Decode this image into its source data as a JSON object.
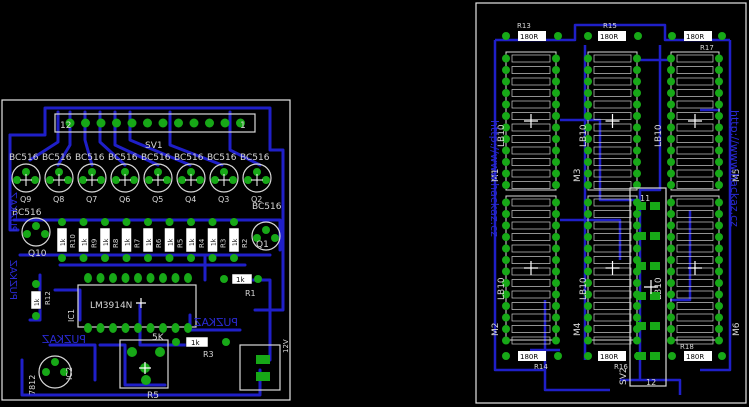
{
  "title": "Dual PCB layout view (EAGLE board)",
  "colors": {
    "background": "#000000",
    "trace": "#1f1fc8",
    "pad": "#17a817",
    "silk": "#d8d8d8",
    "outline": "#e6e6e6",
    "mirrored_text": "#2a2ad2"
  },
  "left_board": {
    "header_label": "SV1",
    "header_pin_left": "12",
    "header_pin_right": "1",
    "transistors_top": [
      {
        "ref": "Q9",
        "type": "BC516"
      },
      {
        "ref": "Q8",
        "type": "BC516"
      },
      {
        "ref": "Q7",
        "type": "BC516"
      },
      {
        "ref": "Q6",
        "type": "BC516"
      },
      {
        "ref": "Q5",
        "type": "BC516"
      },
      {
        "ref": "Q4",
        "type": "BC516"
      },
      {
        "ref": "Q3",
        "type": "BC516"
      },
      {
        "ref": "Q2",
        "type": "BC516"
      }
    ],
    "q10_type": "BC516",
    "q10_ref": "Q10",
    "q1_type": "BC516",
    "q1_ref": "Q1",
    "resistor_value": "1k",
    "resistor_refs": [
      "R10",
      "R9",
      "R8",
      "R7",
      "R6",
      "R5",
      "R4",
      "R3",
      "R2"
    ],
    "r1_value": "1k",
    "r1_ref": "R1",
    "r12_value": "1k",
    "r12_ref": "R12",
    "ic_label": "LM3914N",
    "ic_ref": "IC1",
    "r3_value": "1k",
    "r3_ref": "R3",
    "pot_value": "5K",
    "pot_ref": "R5",
    "reg_label": "7812",
    "reg_ref": "IC2",
    "power_label": "12V",
    "mirror_text_1": "PUZKAZ",
    "mirror_text_2": "PUZKAZ",
    "mirror_text_3": "PUZKAZ",
    "mirror_text_4": "PUZKAZ"
  },
  "right_board": {
    "r13": {
      "ref": "R13",
      "value": "180R"
    },
    "r15": {
      "ref": "R15",
      "value": "180R"
    },
    "r17": {
      "ref": "R17",
      "value": "180R"
    },
    "r14": {
      "ref": "R14",
      "value": "180R"
    },
    "r16": {
      "ref": "R16",
      "value": "180R"
    },
    "r18": {
      "ref": "R18",
      "value": "180R"
    },
    "module_labels": [
      "M1",
      "M3",
      "M5",
      "M2",
      "M4",
      "M6"
    ],
    "lb_labels": [
      "LB10",
      "LB10",
      "LB10",
      "LB10",
      "LB10",
      "LB10"
    ],
    "sv2_label": "SV2",
    "sv2_pin_top": "11",
    "sv2_pin_bottom": "12",
    "url_text_1": "http://www.hackaz.cz",
    "url_text_2": "http://www.hackaz.cz"
  }
}
